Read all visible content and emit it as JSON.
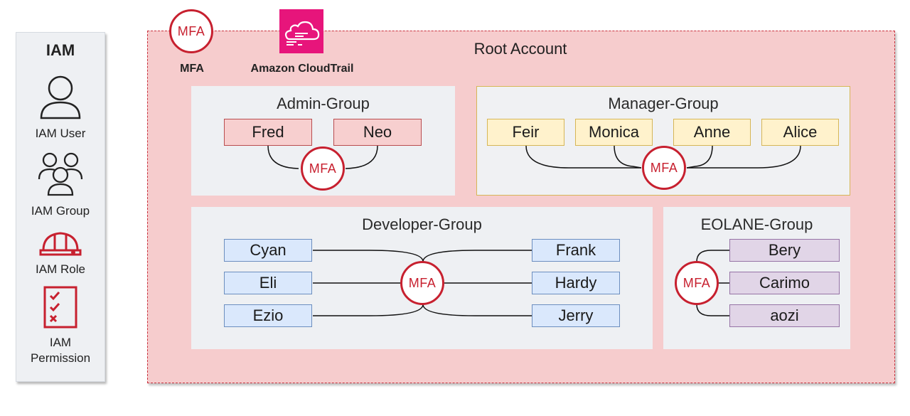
{
  "legend": {
    "title": "IAM",
    "items": [
      {
        "label": "IAM User",
        "icon": "iam-user-icon"
      },
      {
        "label": "IAM Group",
        "icon": "iam-group-icon"
      },
      {
        "label": "IAM Role",
        "icon": "iam-role-icon"
      },
      {
        "label": "IAM\nPermission",
        "icon": "iam-permission-icon"
      }
    ]
  },
  "top_services": {
    "mfa_label": "MFA",
    "mfa_badge": "MFA",
    "cloudtrail_label": "Amazon CloudTrail"
  },
  "root": {
    "title": "Root Account"
  },
  "groups": {
    "admin": {
      "title": "Admin-Group",
      "members": [
        "Fred",
        "Neo"
      ],
      "mfa": "MFA"
    },
    "manager": {
      "title": "Manager-Group",
      "members": [
        "Feir",
        "Monica",
        "Anne",
        "Alice"
      ],
      "mfa": "MFA"
    },
    "developer": {
      "title": "Developer-Group",
      "left": [
        "Cyan",
        "Eli",
        "Ezio"
      ],
      "right": [
        "Frank",
        "Hardy",
        "Jerry"
      ],
      "mfa": "MFA"
    },
    "eolane": {
      "title": "EOLANE-Group",
      "members": [
        "Bery",
        "Carimo",
        "aozi"
      ],
      "mfa": "MFA"
    }
  },
  "colors": {
    "accent_red": "#c7202f",
    "cloudtrail_pink": "#e7157b",
    "root_fill": "#f6cccd",
    "group_fill": "#eef0f3"
  }
}
